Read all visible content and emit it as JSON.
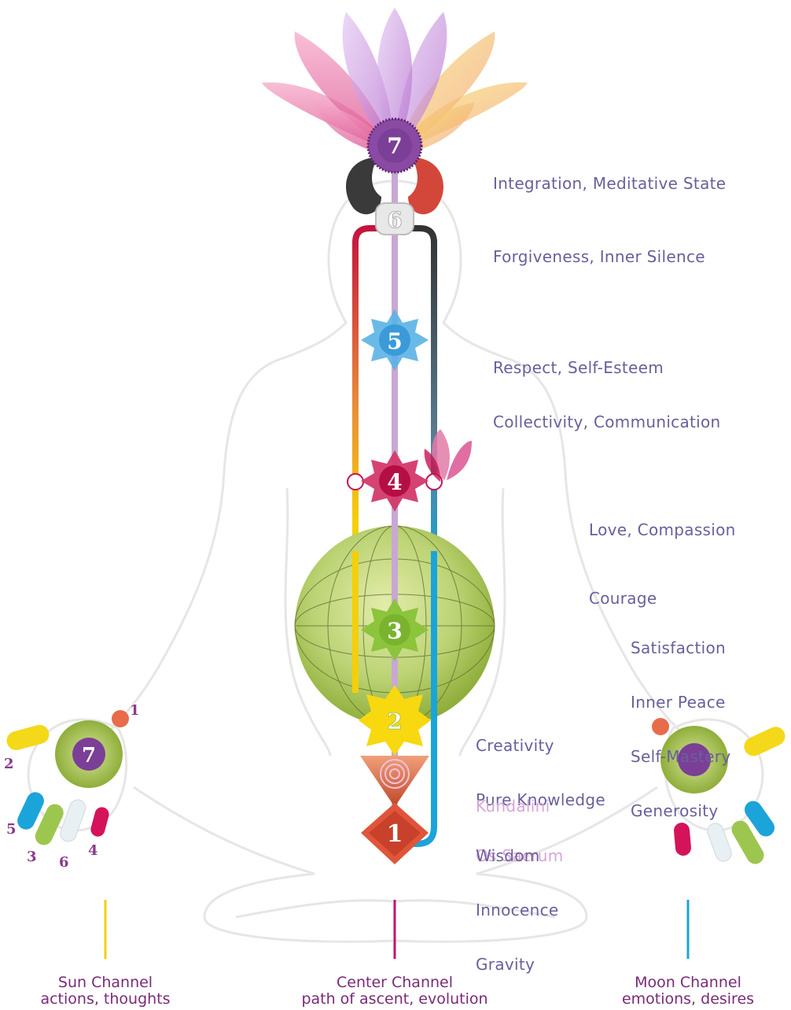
{
  "chakras": [
    {
      "number": "7",
      "qualities": [
        "Integration, Meditative State"
      ]
    },
    {
      "number": "6",
      "qualities": [
        "Forgiveness, Inner Silence"
      ]
    },
    {
      "number": "5",
      "qualities": [
        "Respect, Self-Esteem",
        "Collectivity, Communication"
      ]
    },
    {
      "number": "4",
      "qualities": [
        "Love, Compassion",
        "Courage"
      ]
    },
    {
      "number": "3",
      "qualities": [
        "Satisfaction",
        "Inner Peace",
        "Self-Mastery",
        "Generosity"
      ]
    },
    {
      "number": "2",
      "qualities": [
        "Creativity",
        "Pure Knowledge"
      ]
    },
    {
      "number": "1",
      "qualities": [
        "Wisdom",
        "Innocence",
        "Gravity"
      ]
    }
  ],
  "kundalini": [
    "Kundalini",
    "Os Sacrum"
  ],
  "finger_numbers": {
    "left": [
      "1",
      "2",
      "5",
      "3",
      "6",
      "4"
    ],
    "left_palm": "7"
  },
  "channels": [
    {
      "name": "Sun Channel",
      "description": "actions, thoughts",
      "color": "#f4cf0a"
    },
    {
      "name": "Center Channel",
      "description": "path of ascent, evolution",
      "color": "#c4136e"
    },
    {
      "name": "Moon Channel",
      "description": "emotions, desires",
      "color": "#1ba4d9"
    }
  ],
  "colors": {
    "label_text": "#6a5f9c",
    "kundalini_text": "#d9a6d6",
    "footer_text": "#7a2a78",
    "chakra7": "#7b3f97",
    "chakra6": "#d9d9d9",
    "chakra5": "#4aa8e0",
    "chakra4": "#c8124f",
    "chakra3": "#8cc43c",
    "chakra2": "#f8d80f",
    "chakra1": "#e0553a"
  }
}
